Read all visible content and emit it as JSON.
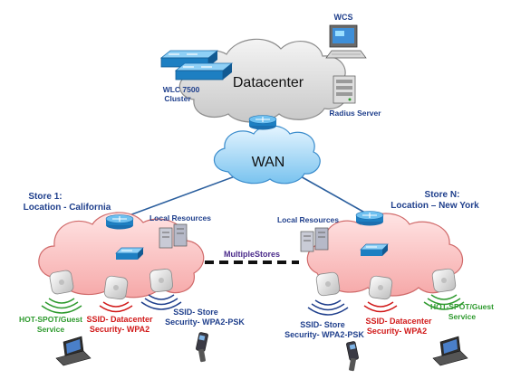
{
  "datacenter": {
    "cloud_label": "Datacenter",
    "wlc_label_line1": "WLC 7500",
    "wlc_label_line2": "Cluster",
    "wcs_label": "WCS",
    "radius_label": "Radius Server"
  },
  "wan": {
    "label": "WAN"
  },
  "middle": {
    "label": "MultipleStores"
  },
  "store_left": {
    "title_line1": "Store 1:",
    "title_line2": "Location - California",
    "resources_label": "Local Resources",
    "hotspot_line1": "HOT-SPOT/Guest",
    "hotspot_line2": "Service",
    "ssid_dc_line1": "SSID- Datacenter",
    "ssid_dc_line2": "Security- WPA2",
    "ssid_store_line1": "SSID- Store",
    "ssid_store_line2": "Security- WPA2-PSK"
  },
  "store_right": {
    "title_line1": "Store N:",
    "title_line2": "Location – New York",
    "resources_label": "Local Resources",
    "hotspot_line1": "HOT-SPOT/Guest",
    "hotspot_line2": "Service",
    "ssid_dc_line1": "SSID- Datacenter",
    "ssid_dc_line2": "Security- WPA2",
    "ssid_store_line1": "SSID- Store",
    "ssid_store_line2": "Security- WPA2-PSK"
  },
  "colors": {
    "store_title": "#1f3f8c",
    "hotspot": "#2e9a2e",
    "ssid_datacenter": "#d11a1a",
    "ssid_store": "#1f3f8c",
    "multiple_stores": "#4a2a8a",
    "router": "#1d7fc2"
  }
}
